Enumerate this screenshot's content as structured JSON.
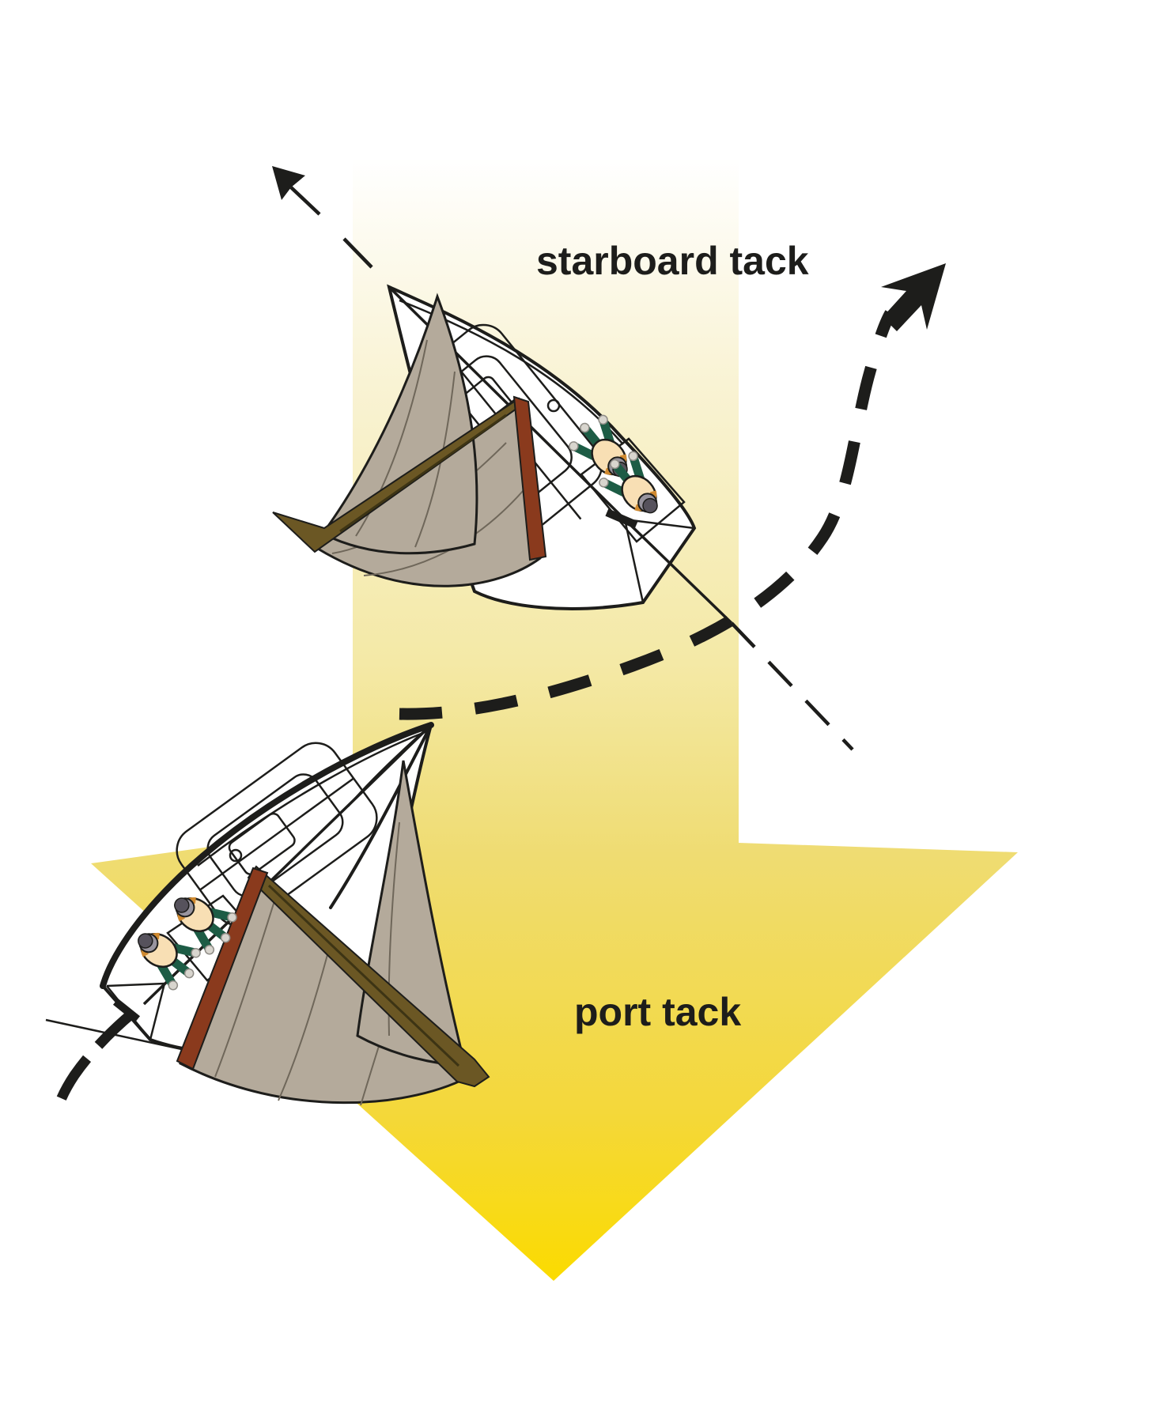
{
  "diagram": {
    "title": "sailing tacks diagram",
    "labels": {
      "starboard_tack": "starboard tack",
      "port_tack": "port tack"
    },
    "wind": {
      "icon": "wind-direction-arrow",
      "direction": "down",
      "colors": {
        "top": "#ffffff",
        "pale": "#f9f3d4",
        "soft": "#f4e9a6",
        "mid": "#efdc72",
        "gold": "#f4d83a",
        "deep": "#fbdb00"
      }
    },
    "courses": {
      "line_color": "#1d1d1b",
      "starboard_heading": "up-left",
      "port_heading": "up-right",
      "icons": [
        "course-arrow-up-left-icon",
        "course-arrow-up-right-icon"
      ]
    },
    "boats": {
      "count": 2,
      "sail": "#b4aa9b",
      "sail_seam": "#6f675a",
      "boom": "#6b5724",
      "mast": "#8a3a1d",
      "hull": "#ffffff",
      "outline": "#1d1d1b",
      "crew_per_boat": 2,
      "crew": {
        "vest": "#f8dfb4",
        "vest_trim": "#d08a30",
        "suit": "#1d5c45",
        "head": "#98949e",
        "cap": "#56525c",
        "glove": "#d8d5ce"
      }
    }
  }
}
